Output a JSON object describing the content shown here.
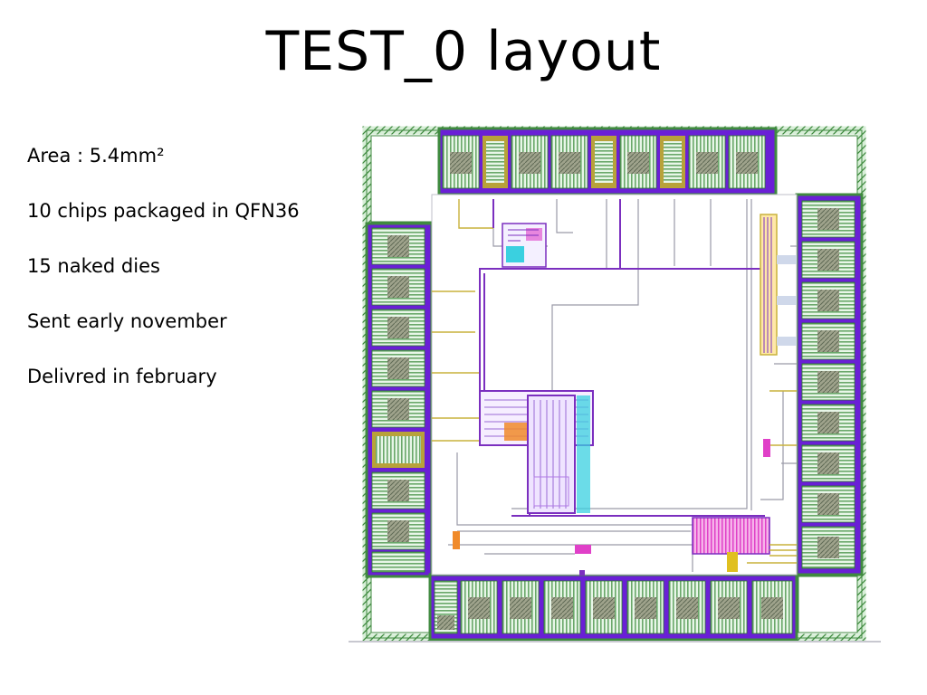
{
  "slide": {
    "title": "TEST_0 layout",
    "bullets": [
      "Area : 5.4mm²",
      "10 chips packaged in QFN36",
      "15 naked dies",
      "Sent early november",
      "Delivred in february"
    ]
  },
  "figure": {
    "kind": "chip-layout-image",
    "colors": {
      "seal_ring": "#3f8a3f",
      "pad_metal": "#6a1fd6",
      "pad_core": "#8a8f7a",
      "io_green": "#9ccf9c",
      "routing_gray": "#9a9aa8",
      "routing_violet": "#7b2fbf",
      "routing_gold": "#c9b23c",
      "block_magenta": "#e040c8",
      "block_cyan": "#3ad0e0",
      "block_orange": "#f08a2a"
    }
  }
}
